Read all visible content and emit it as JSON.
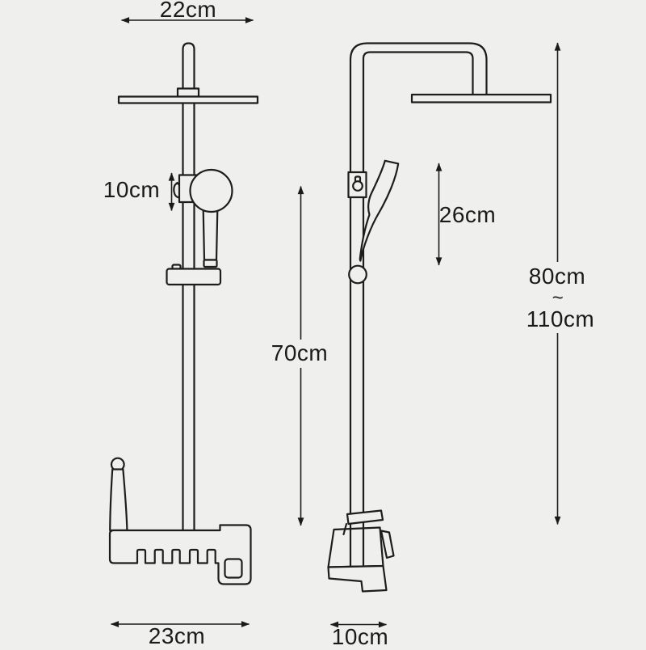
{
  "canvas": {
    "background_color": "#efefed",
    "line_color": "#1d1d1d",
    "text_color": "#1a1a1a"
  },
  "labels": {
    "head_width": "22cm",
    "handshower_offset": "10cm",
    "slide_bar_height": "70cm",
    "valve_width": "23cm",
    "handshower_height": "26cm",
    "height_min": "80cm",
    "height_separator": "~",
    "height_max": "110cm",
    "valve_depth": "10cm"
  }
}
